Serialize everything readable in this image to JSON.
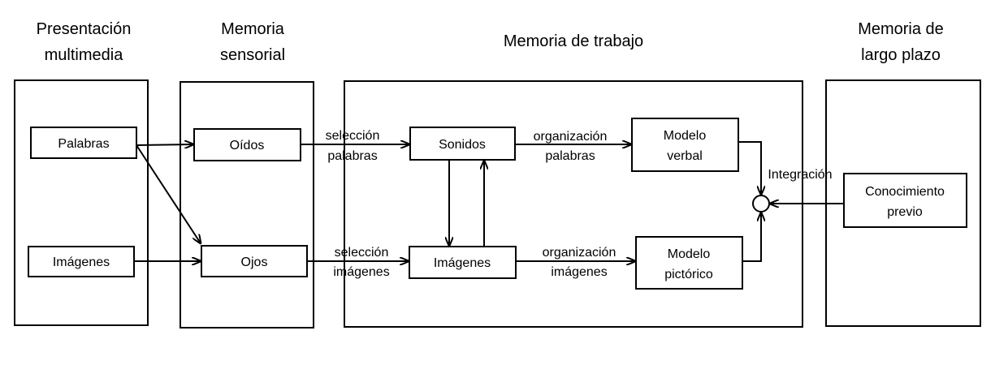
{
  "headers": {
    "presentation": [
      "Presentación",
      "multimedia"
    ],
    "sensory": [
      "Memoria",
      "sensorial"
    ],
    "working": "Memoria de trabajo",
    "longterm": [
      "Memoria de",
      "largo plazo"
    ]
  },
  "nodes": {
    "words": "Palabras",
    "images_in": "Imágenes",
    "ears": "Oídos",
    "eyes": "Ojos",
    "sounds": "Sonidos",
    "images_wm": "Imágenes",
    "verbal_model": [
      "Modelo",
      "verbal"
    ],
    "pictorial_model": [
      "Modelo",
      "pictórico"
    ],
    "prior_knowledge": [
      "Conocimiento",
      "previo"
    ]
  },
  "edge_labels": {
    "select_words": [
      "selección",
      "palabras"
    ],
    "select_images": [
      "selección",
      "imágenes"
    ],
    "organize_words": [
      "organización",
      "palabras"
    ],
    "organize_images": [
      "organización",
      "imágenes"
    ],
    "integration": "Integración"
  }
}
